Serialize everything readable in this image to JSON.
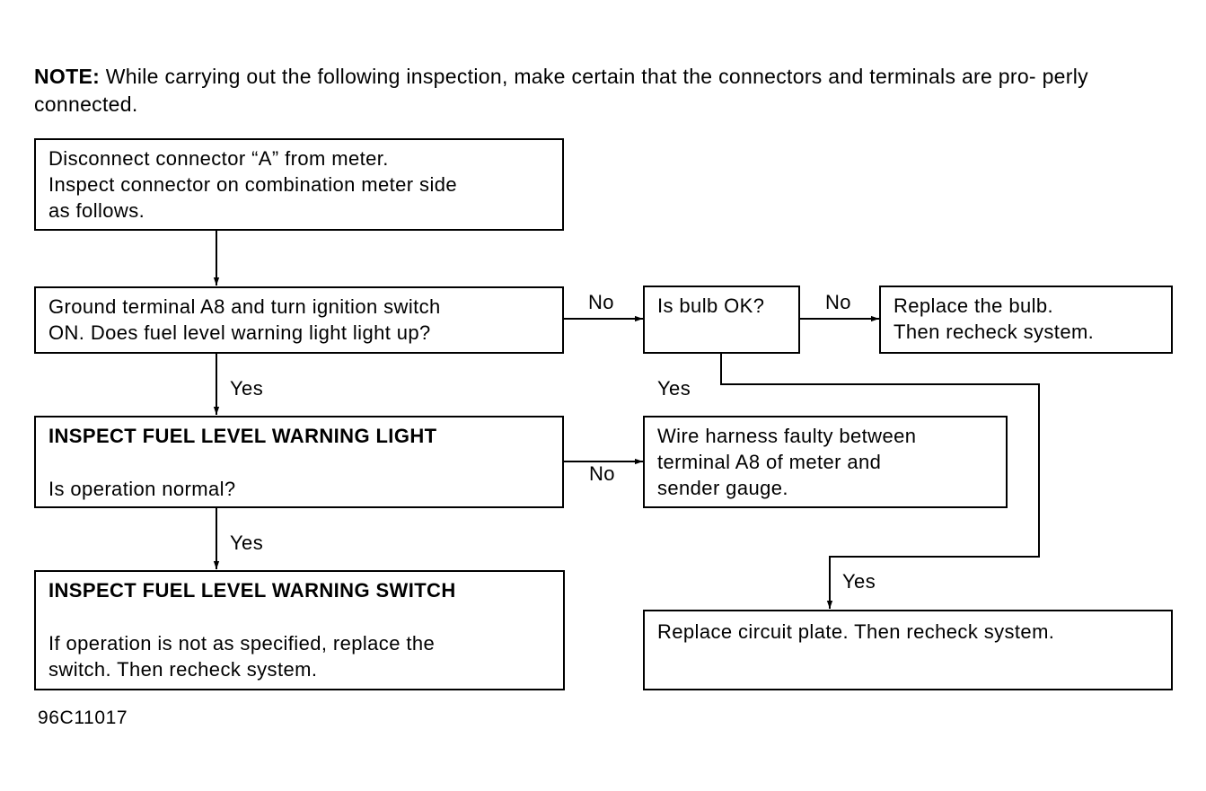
{
  "note": {
    "label": "NOTE:",
    "text": "While carrying out the following inspection, make certain that the connectors and terminals are pro- perly connected."
  },
  "steps": {
    "disconnect": {
      "lines": [
        "Disconnect connector “A” from meter.",
        "Inspect connector on combination meter side",
        "as follows."
      ]
    },
    "ground": {
      "lines": [
        "Ground terminal A8 and turn ignition switch",
        "ON. Does fuel level warning light light up?"
      ]
    },
    "bulb": {
      "lines": [
        "Is bulb OK?"
      ]
    },
    "replace_bulb": {
      "lines": [
        "Replace the bulb.",
        "Then recheck system."
      ]
    },
    "inspect_light": {
      "heading": "INSPECT FUEL LEVEL WARNING LIGHT",
      "lines": [
        "Is operation normal?"
      ]
    },
    "wire_harness": {
      "lines": [
        "Wire harness faulty between",
        "terminal A8 of meter and",
        "sender gauge."
      ]
    },
    "inspect_switch": {
      "heading": "INSPECT FUEL LEVEL WARNING SWITCH",
      "lines": [
        "If operation is not as specified, replace the",
        "switch. Then recheck system."
      ]
    },
    "circuit_plate": {
      "lines": [
        "Replace circuit plate. Then recheck system."
      ]
    }
  },
  "edge_labels": {
    "ground_to_bulb": "No",
    "bulb_to_replace": "No",
    "ground_to_inspect_light": "Yes",
    "bulb_yes": "Yes",
    "inspect_light_to_wire": "No",
    "inspect_light_to_switch": "Yes",
    "to_circuit_plate": "Yes"
  },
  "figure_id": "96C11017"
}
